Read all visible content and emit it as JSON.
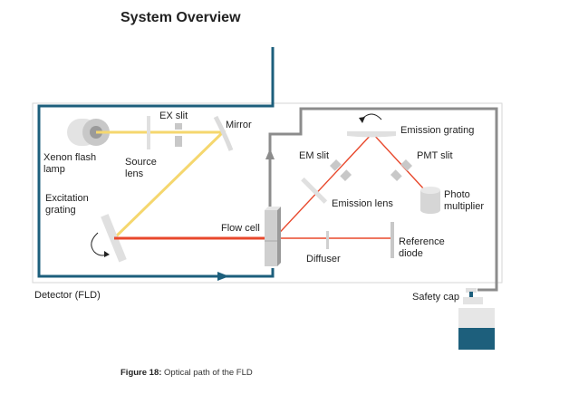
{
  "title": "System Overview",
  "colors": {
    "inlet_tube": "#1d5f7c",
    "outlet_tube": "#8c8c8c",
    "excitation_beam": "#f5d76e",
    "emission_beam": "#e8482c",
    "component_gray": "#d9d9d9",
    "frame": "#d0d0d0",
    "bottle": "#1d5f7c"
  },
  "labels": {
    "xenon_lamp": [
      "Xenon flash",
      "lamp"
    ],
    "source_lens": [
      "Source",
      "lens"
    ],
    "ex_slit": "EX slit",
    "mirror": "Mirror",
    "excitation_grating": [
      "Excitation",
      "grating"
    ],
    "flow_cell": "Flow cell",
    "emission_grating": "Emission grating",
    "em_slit": "EM slit",
    "pmt_slit": "PMT slit",
    "emission_lens": "Emission lens",
    "photo_multiplier": [
      "Photo",
      "multiplier"
    ],
    "diffuser": "Diffuser",
    "reference_diode": [
      "Reference",
      "diode"
    ],
    "detector": "Detector (FLD)",
    "safety_cap": "Safety cap"
  },
  "caption": {
    "figure": "Figure 18:",
    "text": " Optical path of the FLD"
  }
}
